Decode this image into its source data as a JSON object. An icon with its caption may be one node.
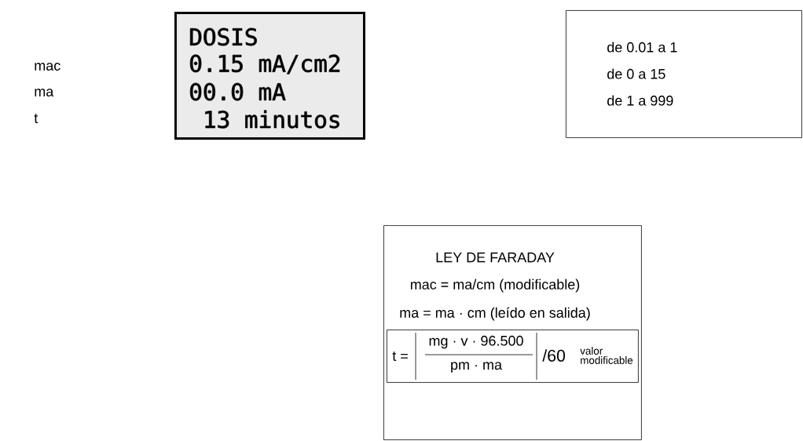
{
  "diagram": {
    "nodes": [
      {
        "text": [
          "DOSIS",
          "0.15 mA/cm2",
          "00.0 mA",
          " 13 minutos"
        ]
      },
      {
        "text": [
          "de 0.01 a 1",
          "de 0 a 15",
          "de 1 a 999"
        ]
      },
      {
        "text": [
          "LEY DE FARADAY",
          "mac = ma/cm (modificable)",
          "ma = ma · cm (leído en salida)"
        ]
      },
      {
        "text": [
          "t =",
          "mg · v · 96.500",
          "pm · ma",
          "/60",
          "valor modificable"
        ],
        "in": 2
      }
    ],
    "edges": [],
    "labels": [
      "mac",
      "ma",
      "t"
    ]
  }
}
